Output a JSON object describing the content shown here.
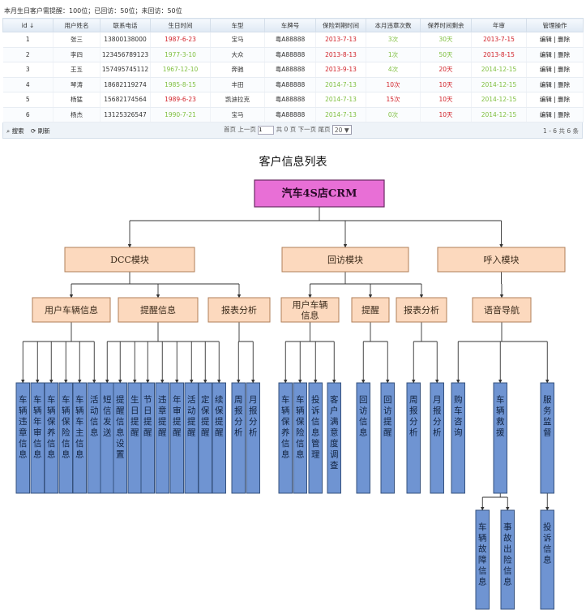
{
  "reminder_bar": "本月生日客户需提醒：100位；已回访：50位；未回访：50位",
  "table": {
    "columns": [
      "id ↓",
      "用户姓名",
      "联系电话",
      "生日时间",
      "车型",
      "车牌号",
      "保险到期时间",
      "本月违章次数",
      "保养时间剩余",
      "年审",
      "管理操作"
    ],
    "rows": [
      [
        "1",
        "张三",
        "13800138000",
        "1987-6-23",
        "宝马",
        "粤A88888",
        "2013-7-13",
        "3次",
        "30天",
        "2013-7-15"
      ],
      [
        "2",
        "李四",
        "123456789123",
        "1977-3-10",
        "大众",
        "粤A88888",
        "2013-8-13",
        "1次",
        "50天",
        "2013-8-15"
      ],
      [
        "3",
        "王五",
        "157495745112",
        "1967-12-10",
        "奔驰",
        "粤A88888",
        "2013-9-13",
        "4次",
        "20天",
        "2014-12-15"
      ],
      [
        "4",
        "琴涛",
        "18682119274",
        "1985-8-15",
        "丰田",
        "粤A88888",
        "2014-7-13",
        "10次",
        "10天",
        "2014-12-15"
      ],
      [
        "5",
        "杨猛",
        "15682174564",
        "1989-6-23",
        "凯迪拉克",
        "粤A88888",
        "2014-7-13",
        "15次",
        "10天",
        "2014-12-15"
      ],
      [
        "6",
        "杨杰",
        "13125326547",
        "1990-7-21",
        "宝马",
        "粤A88888",
        "2014-7-13",
        "0次",
        "10天",
        "2014-12-15"
      ]
    ],
    "row_colors": [
      [
        "#333",
        "#333",
        "#333",
        "#d2232a",
        "#333",
        "#333",
        "#d2232a",
        "#7fbf3f",
        "#7fbf3f",
        "#d2232a"
      ],
      [
        "#333",
        "#333",
        "#333",
        "#7fbf3f",
        "#333",
        "#333",
        "#d2232a",
        "#7fbf3f",
        "#7fbf3f",
        "#d2232a"
      ],
      [
        "#333",
        "#333",
        "#333",
        "#7fbf3f",
        "#333",
        "#333",
        "#d2232a",
        "#7fbf3f",
        "#d2232a",
        "#7fbf3f"
      ],
      [
        "#333",
        "#333",
        "#333",
        "#7fbf3f",
        "#333",
        "#333",
        "#7fbf3f",
        "#d2232a",
        "#d2232a",
        "#7fbf3f"
      ],
      [
        "#333",
        "#333",
        "#333",
        "#d2232a",
        "#333",
        "#333",
        "#7fbf3f",
        "#d2232a",
        "#d2232a",
        "#7fbf3f"
      ],
      [
        "#333",
        "#333",
        "#333",
        "#7fbf3f",
        "#333",
        "#333",
        "#7fbf3f",
        "#7fbf3f",
        "#d2232a",
        "#7fbf3f"
      ]
    ],
    "op_edit": "编辑",
    "op_sep": "|",
    "op_delete": "删除"
  },
  "pager": {
    "search": "⌕ 搜索",
    "refresh": "⟳ 刷新",
    "first_prev": "首页 上一页",
    "page_value": "1",
    "total_pages": "共 0 页",
    "next_last": "下一页 尾页",
    "page_size": "20 ▼",
    "range": "1 - 6   共 6 条"
  },
  "caption": "客户信息列表",
  "diagram": {
    "root": "汽车4S店CRM",
    "modules": [
      {
        "label": "DCC模块",
        "groups": [
          {
            "label": "用户车辆信息",
            "leaves": [
              "车辆违章信息",
              "车辆年审信息",
              "车辆保养信息",
              "车辆保险信息",
              "车辆车主信息",
              "活动信息"
            ]
          },
          {
            "label": "提醒信息",
            "leaves": [
              "短信发送",
              "提醒信息设置",
              "生日提醒",
              "节日提醒",
              "违章提醒",
              "年审提醒",
              "活动提醒",
              "定保提醒",
              "续保提醒"
            ]
          },
          {
            "label": "报表分析",
            "leaves": [
              "周报分析",
              "月报分析"
            ]
          }
        ]
      },
      {
        "label": "回访模块",
        "groups": [
          {
            "label": "用户车辆信息",
            "leaves": [
              "车辆保养信息",
              "车辆保险信息",
              "投诉信息管理",
              "客户满意度调查"
            ]
          },
          {
            "label": "提醒",
            "leaves": [
              "回访信息",
              "回访提醒"
            ]
          },
          {
            "label": "报表分析",
            "leaves": [
              "周报分析",
              "月报分析"
            ]
          }
        ]
      },
      {
        "label": "呼入模块",
        "groups": [
          {
            "label": "语音导航",
            "leaves": [
              "购车咨询",
              "车辆救援",
              "服务监督"
            ]
          }
        ]
      }
    ],
    "sub_leaves": {
      "车辆救援": [
        "车辆故障信息",
        "事故出险信息"
      ],
      "服务监督": [
        "投诉信息"
      ]
    }
  }
}
